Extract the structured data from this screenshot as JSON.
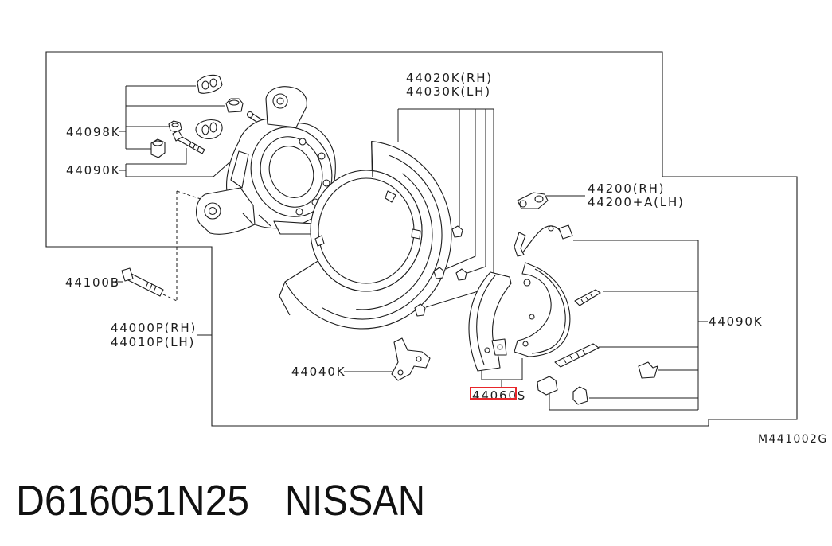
{
  "diagram": {
    "labels": {
      "shield_rh": "44020K(RH)",
      "shield_lh": "44030K(LH)",
      "hardware_upper": "44098K",
      "spring_kit_left": "44090K",
      "sensor_rh": "44200(RH)",
      "sensor_lh": "44200+A(LH)",
      "bolt": "44100B",
      "plate_rh": "44000P(RH)",
      "plate_lh": "44010P(LH)",
      "lever": "44040K",
      "shoe_set": "44060S",
      "spring_kit_right": "44090K",
      "diagram_id": "M441002G"
    },
    "highlight_color": "#e8262a"
  },
  "caption": {
    "part_number": "D616051N25",
    "brand": "NISSAN"
  }
}
